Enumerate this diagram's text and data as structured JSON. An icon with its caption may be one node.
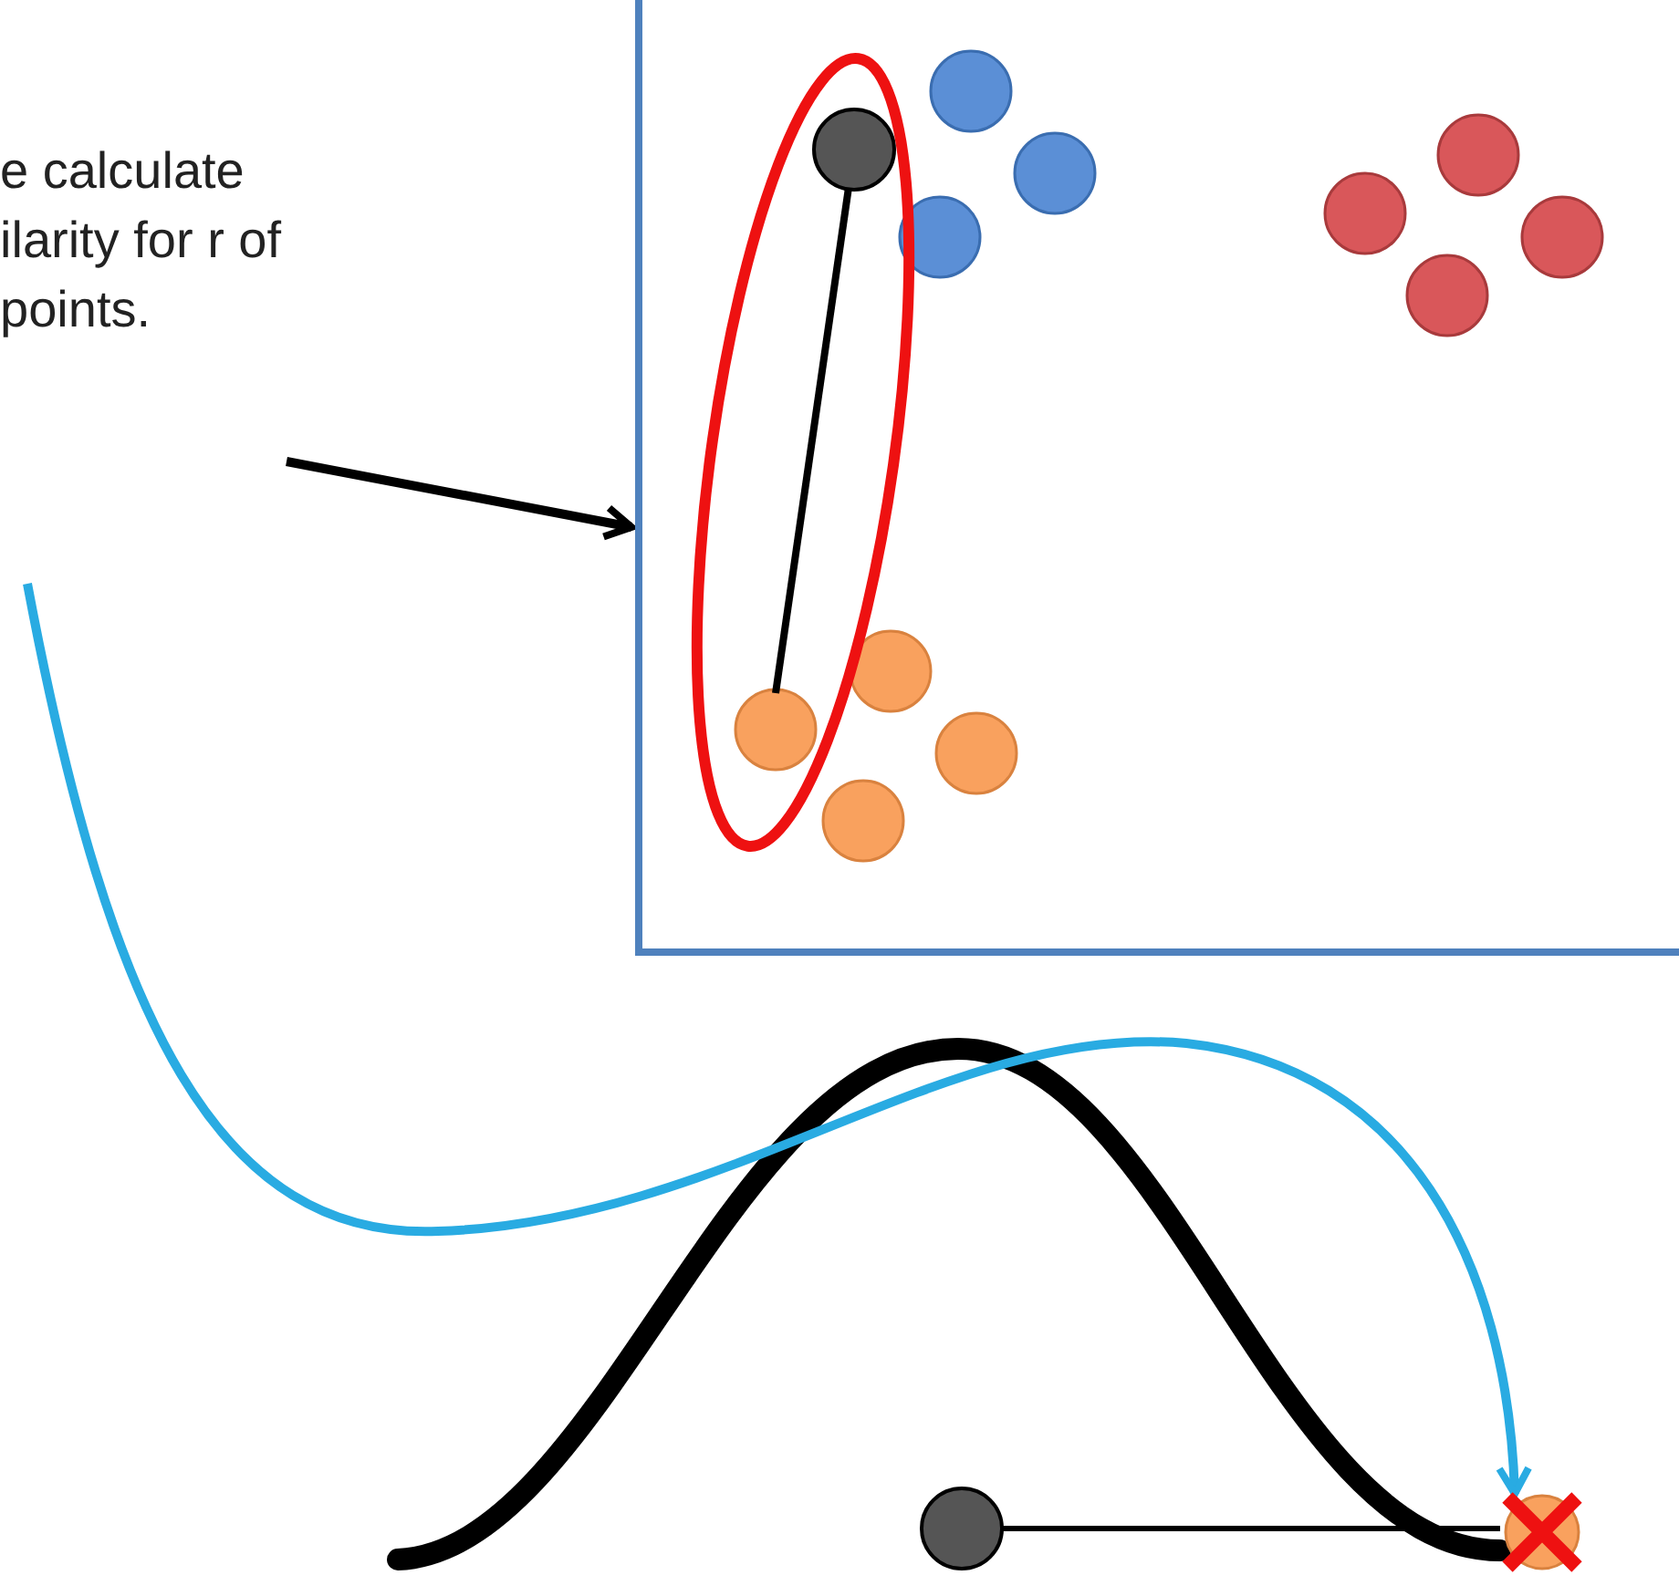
{
  "diagram": {
    "nodes": [
      {
        "text": [
          "e calculate ilarity for r of points."
        ]
      },
      {
        "text": [],
        "shape": "box"
      },
      {
        "text": [],
        "shape": "circle"
      }
    ],
    "edges": [
      {
        "from": 0,
        "to": 1,
        "arrow": "to"
      },
      {
        "from": null,
        "to": 2,
        "arrow": "to",
        "color": "#29abe2"
      }
    ]
  }
}
